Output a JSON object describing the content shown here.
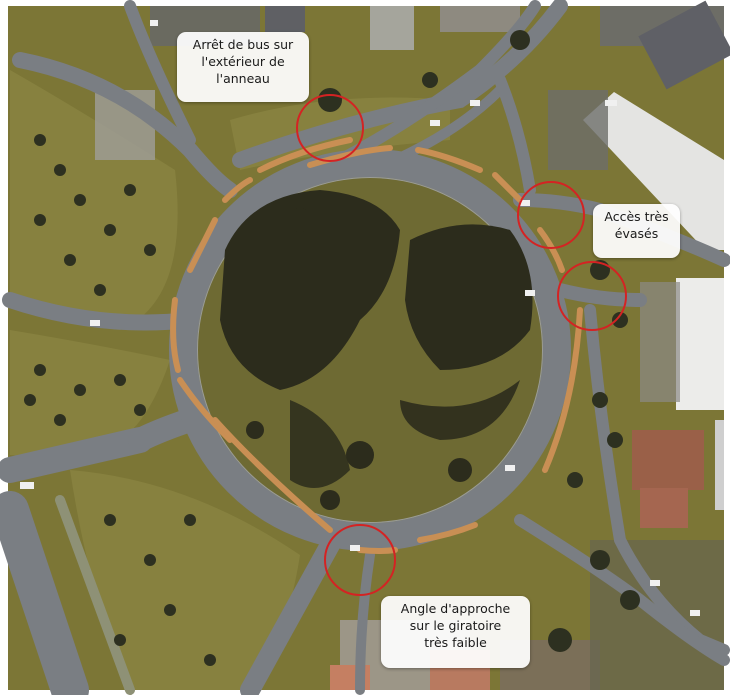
{
  "annotations": {
    "bus_stop": "Arrêt de bus sur\nl'extérieur de\nl'anneau",
    "wide_access": "Accès très\névasés",
    "approach_angle": "Angle d'approche\nsur le giratoire\ntrès faible"
  },
  "colors": {
    "background": "#7c7636",
    "road": "#7a7e83",
    "central_island": "#6e6a33",
    "marking": "#c98f54",
    "highlight_circle": "#d42323",
    "roof": "#e3e3e3",
    "trees": "#2c2c1c"
  },
  "features": [
    "roundabout",
    "bus-stop",
    "access-roads",
    "buildings",
    "parking",
    "trees"
  ]
}
